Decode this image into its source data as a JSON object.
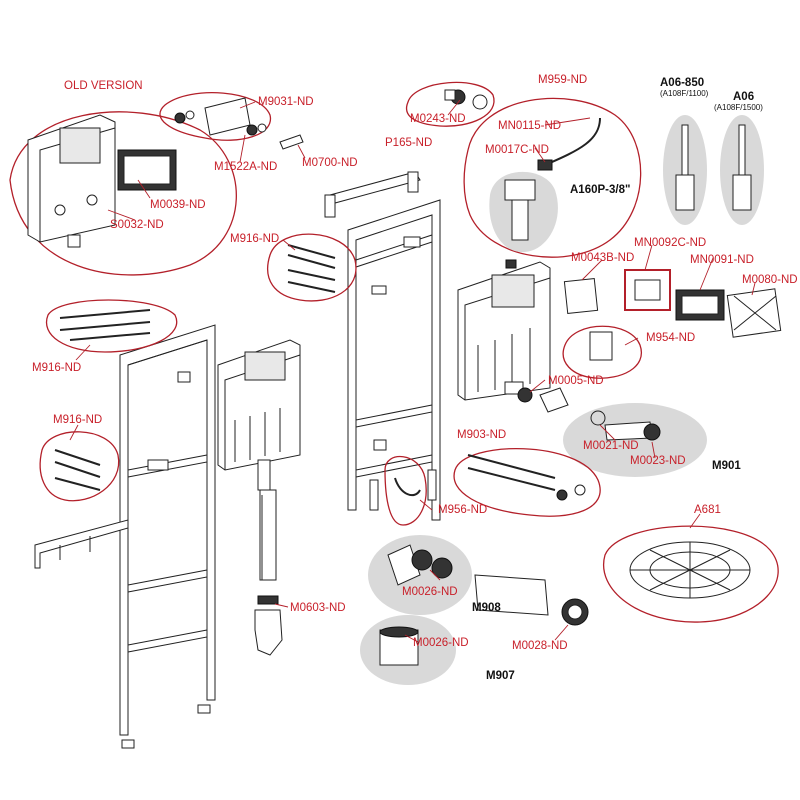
{
  "colors": {
    "label": "#c8202a",
    "ring": "#b3202a",
    "highlight": "#d9d9d9",
    "ink": "#222222"
  },
  "labels": {
    "old_version": "OLD VERSION",
    "m0039": "M0039-ND",
    "s0032": "S0032-ND",
    "m9031": "M9031-ND",
    "m1522a": "M1522A-ND",
    "m0700": "M0700-ND",
    "m0243": "M0243-ND",
    "p165": "P165-ND",
    "m959": "M959-ND",
    "mn0115": "MN0115-ND",
    "m0017c": "M0017C-ND",
    "a160p": "A160P-3/8\"",
    "a06_850": "A06-850",
    "a06_850_sub": "(A108F/1100)",
    "a06": "A06",
    "a06_sub": "(A108F/1500)",
    "m916_a": "M916-ND",
    "m916_b": "M916-ND",
    "m916_c": "M916-ND",
    "mn0092c": "MN0092C-ND",
    "m0043b": "M0043B-ND",
    "mn0091": "MN0091-ND",
    "m0080": "M0080-ND",
    "m954": "M954-ND",
    "m0005": "M0005-ND",
    "m0021": "M0021-ND",
    "m0023": "M0023-ND",
    "m901": "M901",
    "m903": "M903-ND",
    "m956": "M956-ND",
    "a681": "A681",
    "m0026_a": "M0026-ND",
    "m908": "M908",
    "m0028": "M0028-ND",
    "m0026_b": "M0026-ND",
    "m907": "M907",
    "m0603": "M0603-ND"
  }
}
